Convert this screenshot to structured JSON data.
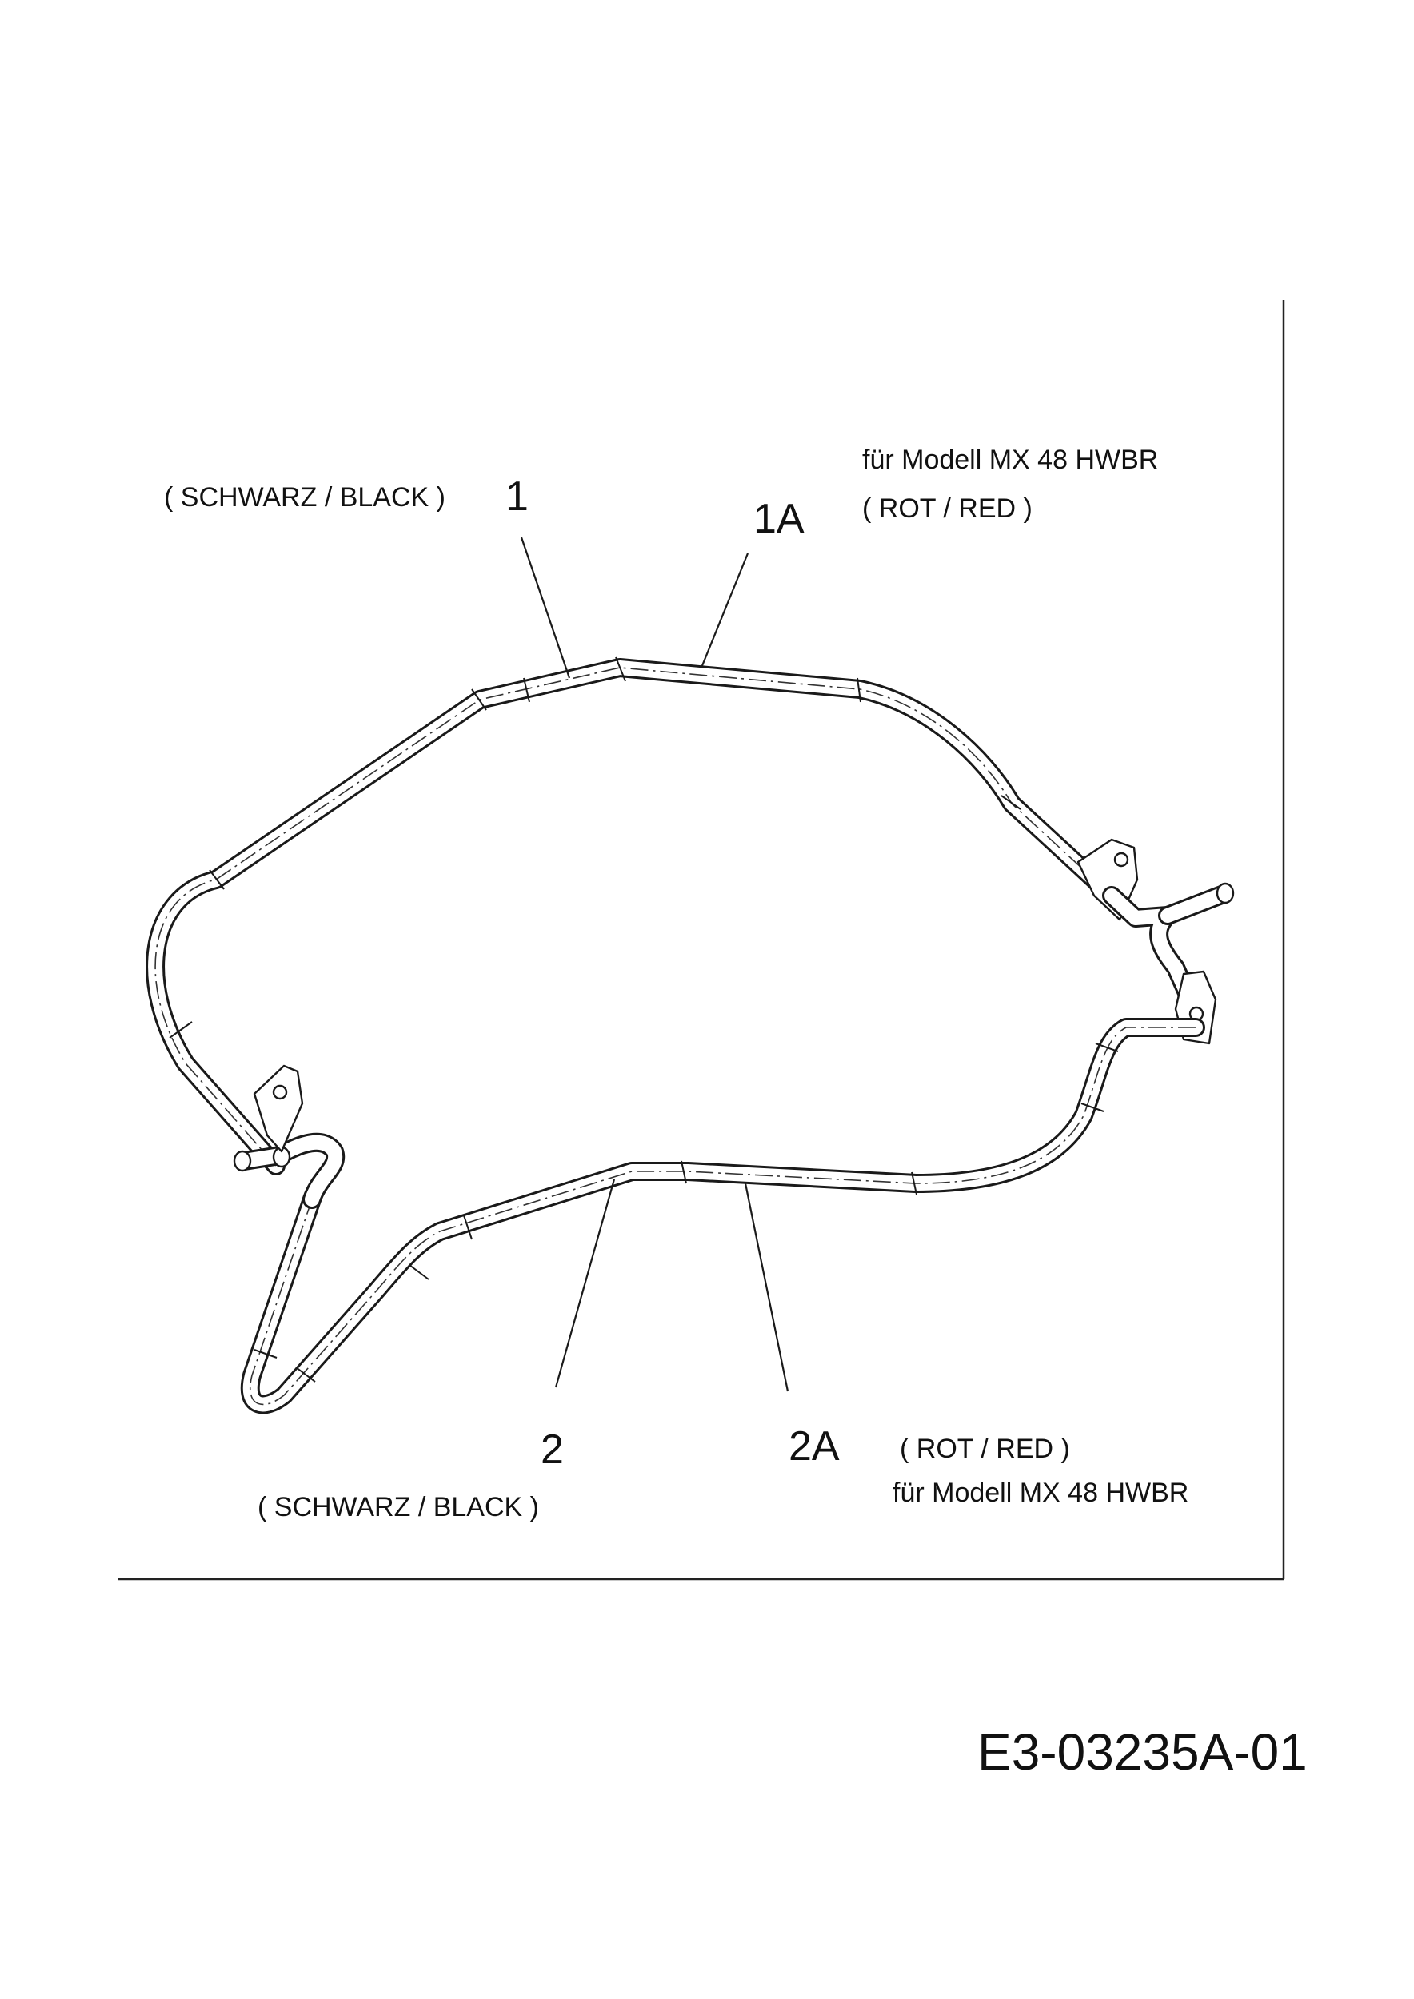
{
  "parts": {
    "part_1": {
      "number": "1",
      "color_note": "( SCHWARZ / BLACK )"
    },
    "part_1a": {
      "number": "1A",
      "model_note": "für Modell MX 48 HWBR",
      "color_note": "( ROT / RED )"
    },
    "part_2": {
      "number": "2",
      "color_note": "( SCHWARZ / BLACK )"
    },
    "part_2a": {
      "number": "2A",
      "color_note": "( ROT / RED )",
      "model_note": "für Modell MX 48 HWBR"
    }
  },
  "drawing_code": "E3-03235A-01"
}
